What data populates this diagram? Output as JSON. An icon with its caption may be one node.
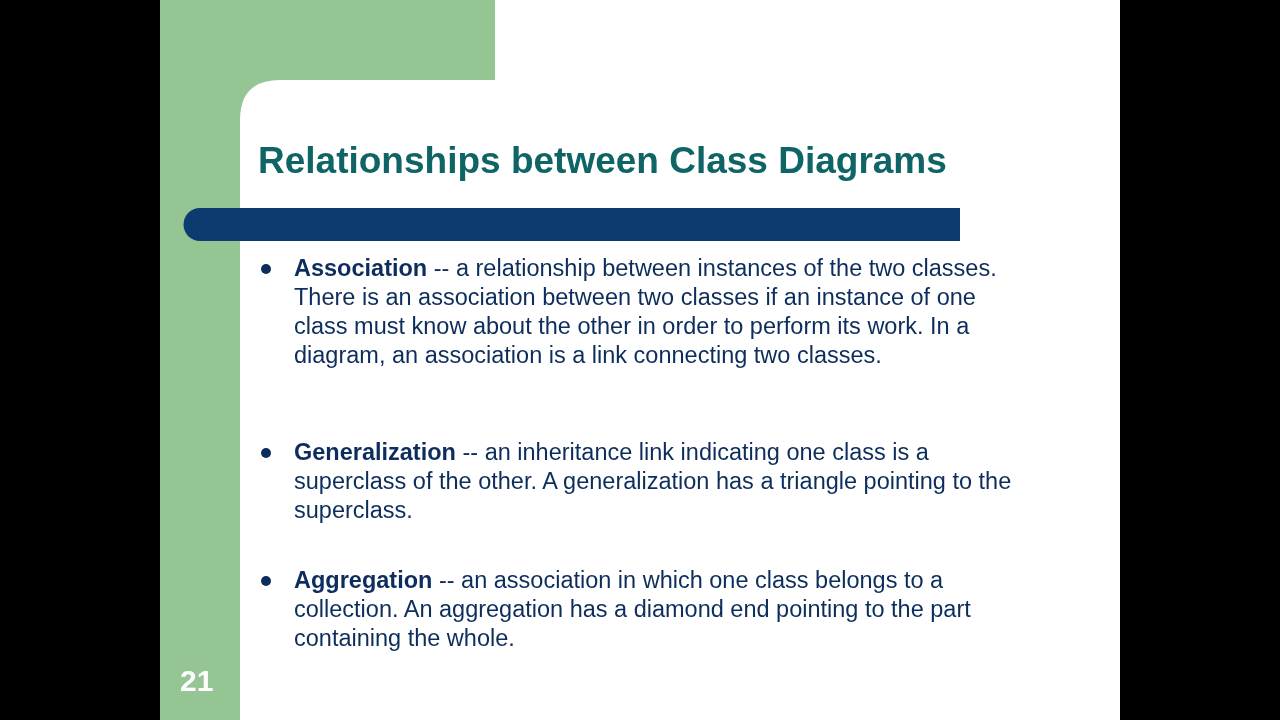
{
  "diagram": {
    "title": "Relationships between Class Diagrams",
    "labels": [
      "**Association** -- a relationship between instances of the two classes. There is an association between two classes if an instance of one class must know about the other in order to perform its work. In a diagram, an association is a link connecting two classes.",
      "**Generalization** -- an inheritance link indicating one class is a superclass of the other. A generalization has a triangle pointing to the superclass.",
      "**Aggregation** -- an association in which one class belongs to a collection. An aggregation has a diamond end pointing to the part containing the whole.",
      "21"
    ]
  }
}
